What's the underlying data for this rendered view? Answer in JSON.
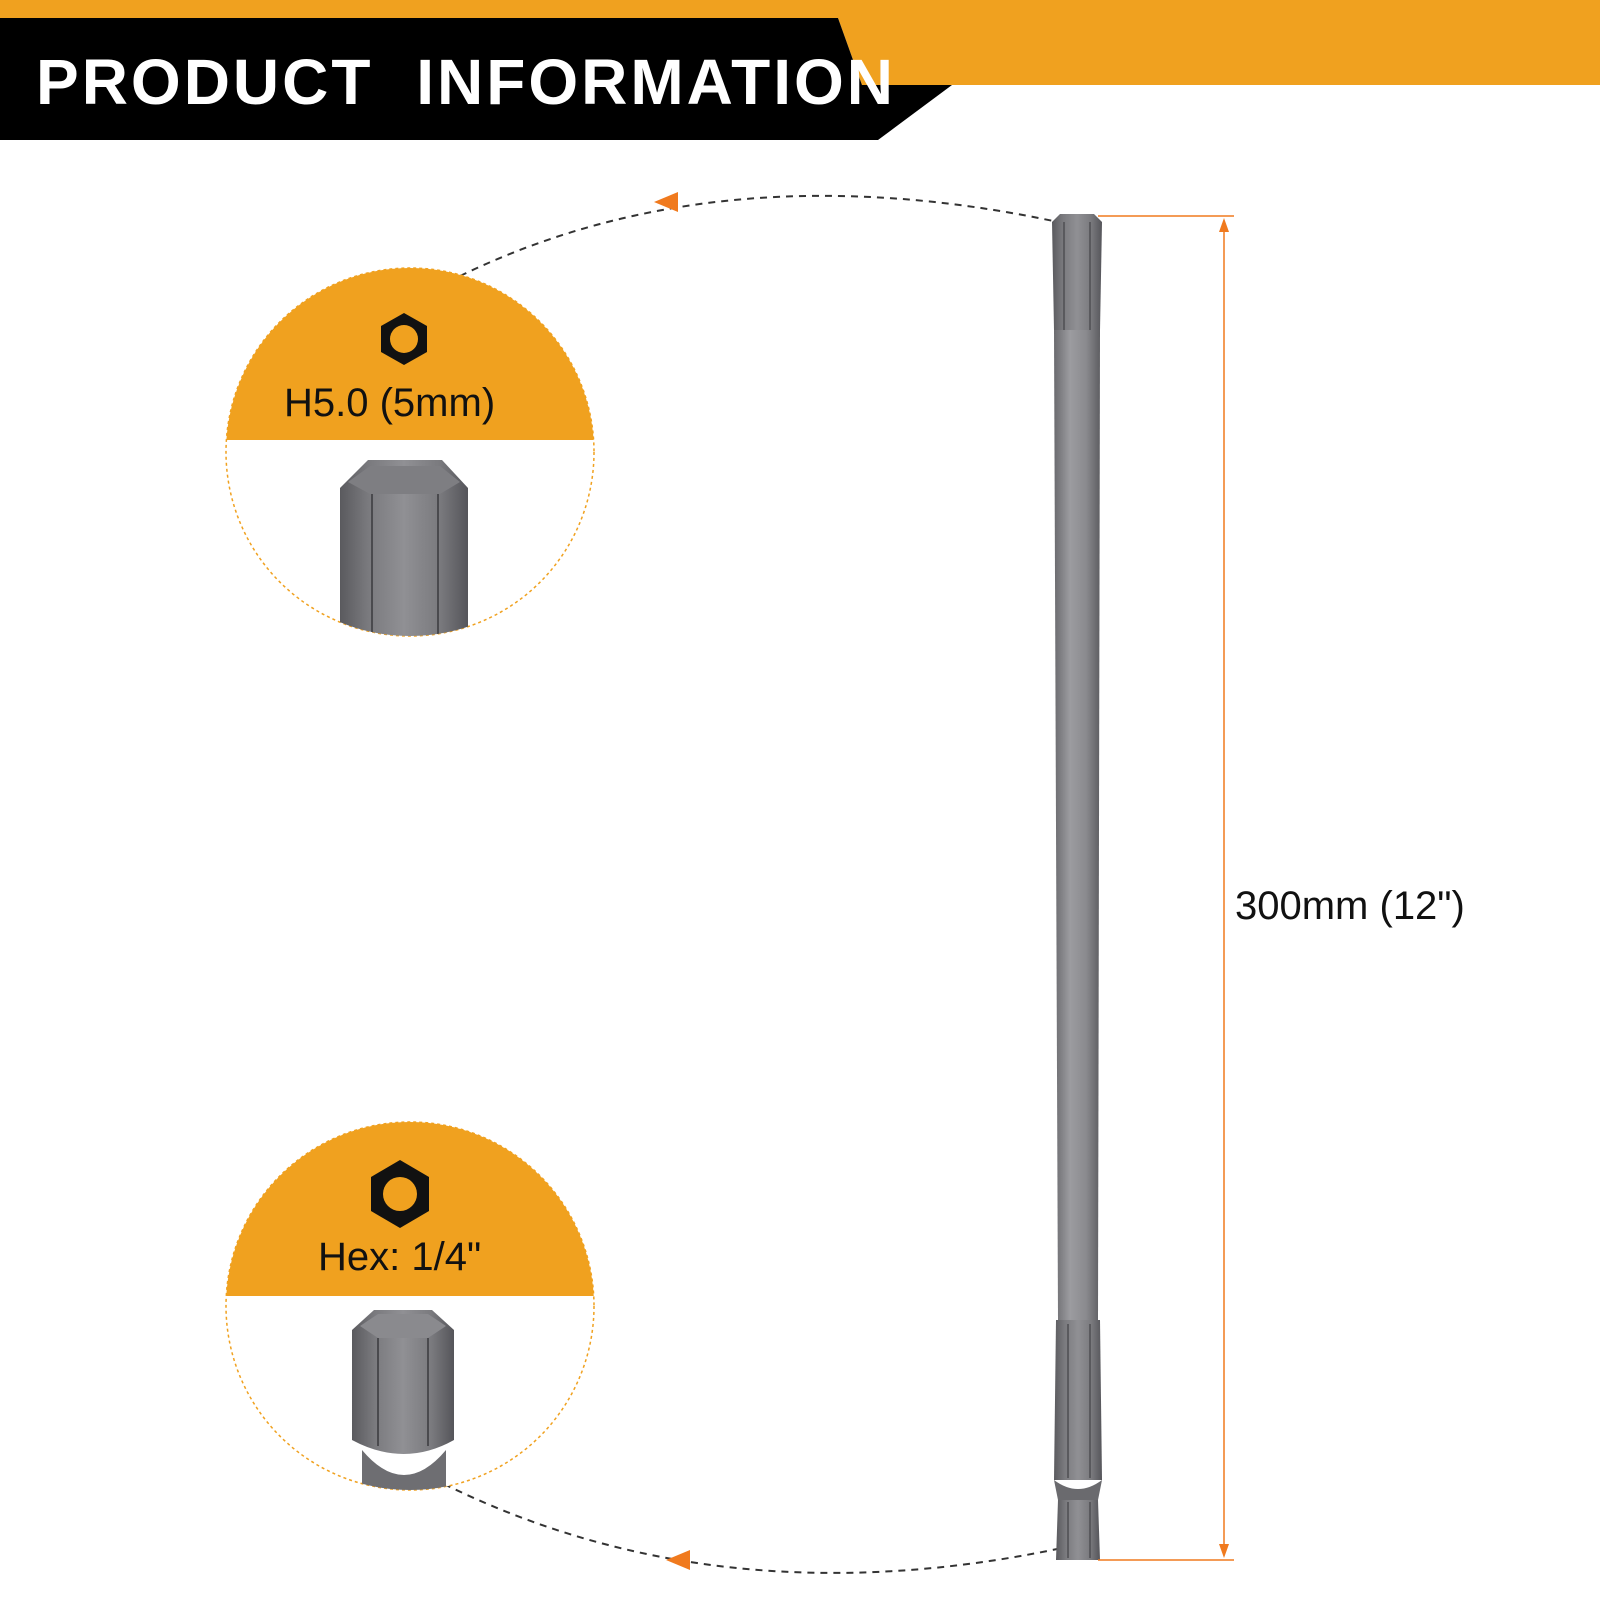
{
  "header": {
    "title": "PRODUCT  INFORMATION",
    "accent_color": "#F0A11F",
    "band_color": "#000000"
  },
  "callouts": [
    {
      "label": "H5.0 (5mm)",
      "icon": "hex-socket-icon",
      "part": "hex-tip"
    },
    {
      "label": "Hex: 1/4\"",
      "icon": "hex-socket-icon",
      "part": "hex-shank"
    }
  ],
  "dimension": {
    "length_label": "300mm (12\")",
    "line_color": "#F07A1E"
  },
  "bit": {
    "color": "#86868A"
  }
}
